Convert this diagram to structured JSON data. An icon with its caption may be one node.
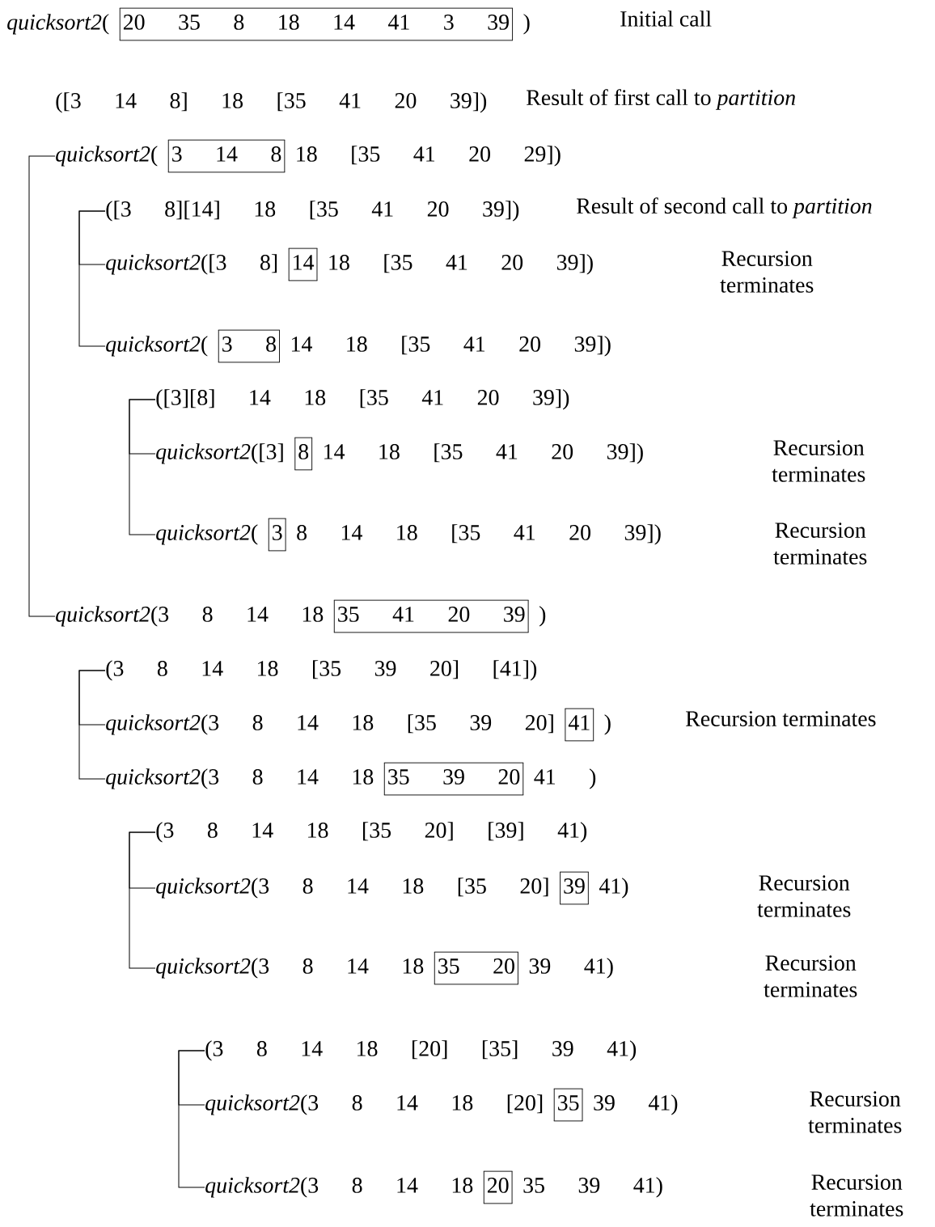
{
  "diagram": {
    "nodes": [
      {
        "text": [
          "*quicksort2*(",
          ")"
        ]
      },
      {
        "text": [
          "20 35 8 18 14 41 3 39"
        ],
        "in": 0
      },
      {
        "text": [
          "([3 14 8] 18 [35 41 20 39])"
        ]
      },
      {
        "text": [
          "*quicksort2*(",
          "18 [35 41 20 29])"
        ]
      },
      {
        "text": [
          "3 14 8"
        ],
        "in": 3
      },
      {
        "text": [
          "([3 8][14] 18 [35 41 20 39])"
        ]
      },
      {
        "text": [
          "*quicksort2*([3 8]",
          "18 [35 41 20 39])"
        ]
      },
      {
        "text": [
          "14"
        ],
        "in": 6
      },
      {
        "text": [
          "*quicksort2*(",
          "14 18 [35 41 20 39])"
        ]
      },
      {
        "text": [
          "3 8"
        ],
        "in": 8
      },
      {
        "text": [
          "([3][8] 14 18 [35 41 20 39])"
        ]
      },
      {
        "text": [
          "*quicksort2*([3]",
          "14 18 [35 41 20 39])"
        ]
      },
      {
        "text": [
          "8"
        ],
        "in": 11
      },
      {
        "text": [
          "*quicksort2*(",
          "8 14 18 [35 41 20 39])"
        ]
      },
      {
        "text": [
          "3"
        ],
        "in": 13
      },
      {
        "text": [
          "*quicksort2*(3 8 14 18",
          ")"
        ]
      },
      {
        "text": [
          "35 41 20 39"
        ],
        "in": 15
      },
      {
        "text": [
          "(3 8 14 18 [35 39 20] [41])"
        ]
      },
      {
        "text": [
          "*quicksort2*(3 8 14 18 [35 39 20]",
          ")"
        ]
      },
      {
        "text": [
          "41"
        ],
        "in": 18
      },
      {
        "text": [
          "*quicksort2*(3 8 14 18",
          "41 )"
        ]
      },
      {
        "text": [
          "35 39 20"
        ],
        "in": 20
      },
      {
        "text": [
          "(3 8 14 18 [35 20] [39] 41)"
        ]
      },
      {
        "text": [
          "*quicksort2*(3 8 14 18 [35 20]",
          "41)"
        ]
      },
      {
        "text": [
          "39"
        ],
        "in": 23
      },
      {
        "text": [
          "*quicksort2*(3 8 14 18",
          "39 41)"
        ]
      },
      {
        "text": [
          "35 20"
        ],
        "in": 25
      },
      {
        "text": [
          "(3 8 14 18 [20] [35] 39 41)"
        ]
      },
      {
        "text": [
          "*quicksort2*(3 8 14 18 [20]",
          "39 41)"
        ]
      },
      {
        "text": [
          "35"
        ],
        "in": 28
      },
      {
        "text": [
          "*quicksort2*(3 8 14 18",
          "35 39 41)"
        ]
      },
      {
        "text": [
          "20"
        ],
        "in": 30
      }
    ],
    "edges": [
      {
        "from": 3,
        "to": 15,
        "arrow": "none"
      },
      {
        "from": 5,
        "to": 6,
        "arrow": "none"
      },
      {
        "from": 5,
        "to": 8,
        "arrow": "none"
      },
      {
        "from": 10,
        "to": 11,
        "arrow": "none"
      },
      {
        "from": 10,
        "to": 13,
        "arrow": "none"
      },
      {
        "from": 17,
        "to": 18,
        "arrow": "none"
      },
      {
        "from": 17,
        "to": 20,
        "arrow": "none"
      },
      {
        "from": 22,
        "to": 23,
        "arrow": "none"
      },
      {
        "from": 22,
        "to": 25,
        "arrow": "none"
      },
      {
        "from": 27,
        "to": 28,
        "arrow": "none"
      },
      {
        "from": 27,
        "to": 30,
        "arrow": "none"
      }
    ],
    "labels": [
      "Initial call",
      "Result of first call to *partition*",
      "Result of second call to *partition*",
      "Recursion terminates",
      "Recursion terminates",
      "Recursion terminates",
      "Recursion terminates",
      "Recursion terminates",
      "Recursion terminates",
      "Recursion terminates",
      "Recursion terminates"
    ]
  }
}
